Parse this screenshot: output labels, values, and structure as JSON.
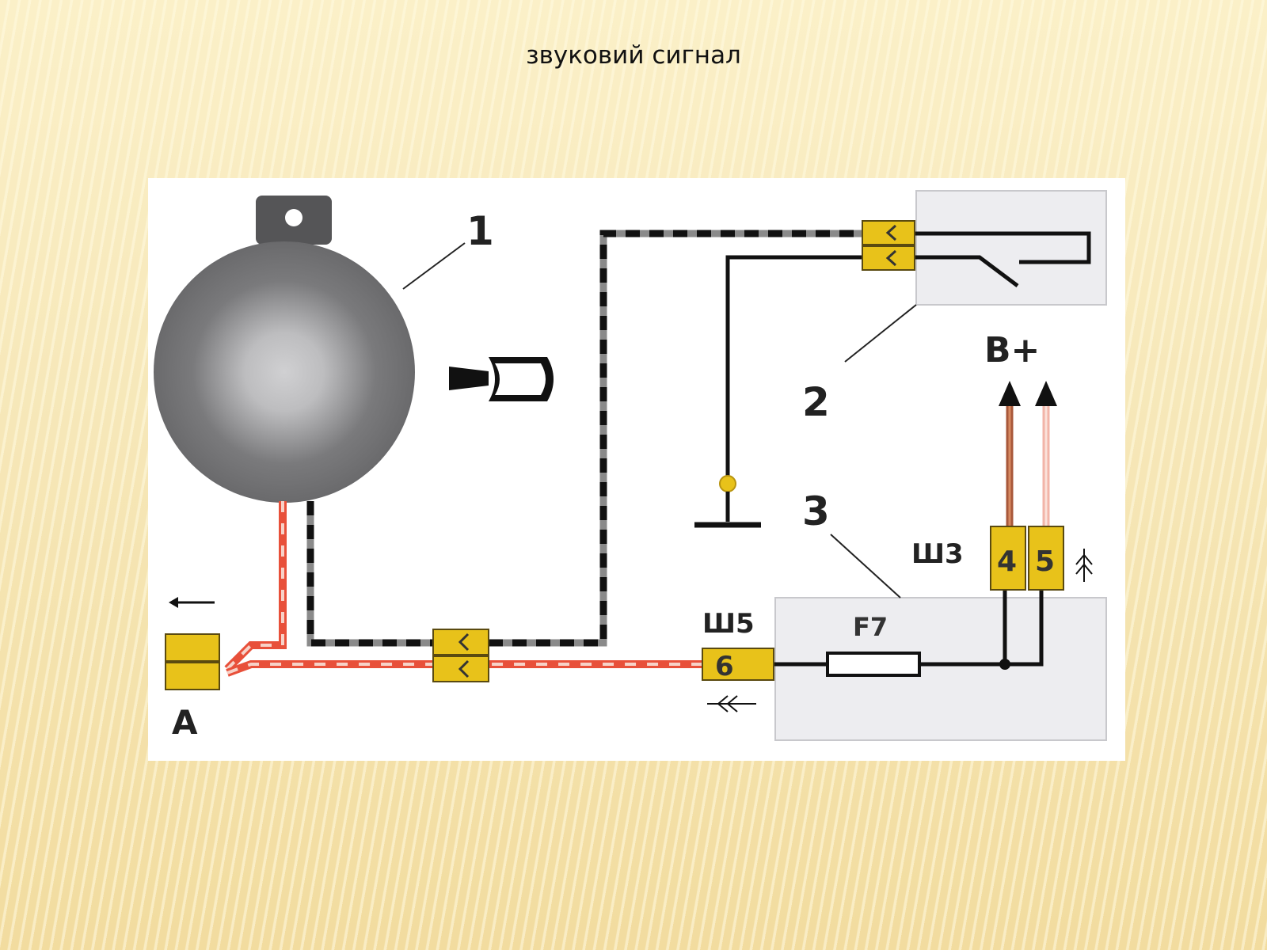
{
  "slide": {
    "title": "звуковий сигнал"
  },
  "diagram": {
    "labels": {
      "horn": "1",
      "switch": "2",
      "fuse_box": "3",
      "connector_a": "A",
      "power": "B+",
      "plug_w3": "Ш3",
      "plug_w5": "Ш5",
      "fuse": "F7",
      "pin_4": "4",
      "pin_5": "5",
      "pin_6": "6"
    },
    "colors": {
      "connector": "#e8c21a",
      "wire_red": "#e8503a",
      "wire_pink": "#f2b4a8",
      "wire_brown": "#a8583a",
      "wire_black": "#111111",
      "wire_grey": "#8a8a8a",
      "box_fill": "#efeff1",
      "horn_body": "#6e6e70"
    },
    "icons": [
      "horn-icon",
      "ground-icon",
      "arrow-left-icon",
      "double-chevron-left-icon",
      "double-chevron-up-icon"
    ]
  }
}
